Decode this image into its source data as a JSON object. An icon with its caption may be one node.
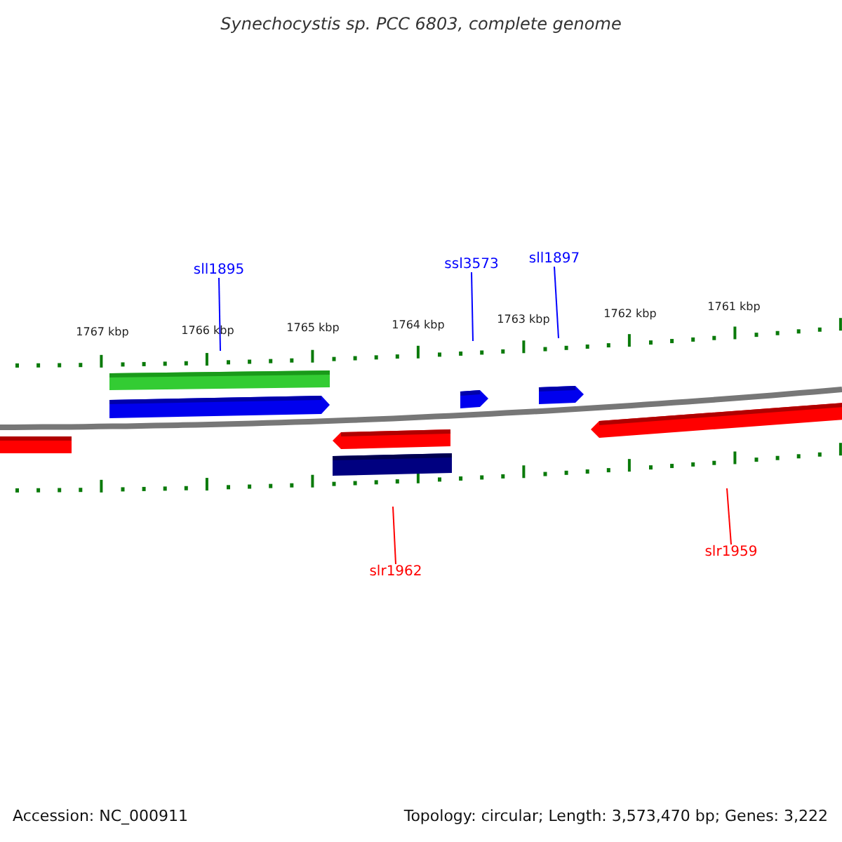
{
  "diagram": {
    "title": "Synechocystis sp. PCC 6803, complete genome",
    "nodes": [
      {
        "text": [
          "sll1895"
        ]
      },
      {
        "text": [
          "ssl3573"
        ]
      },
      {
        "text": [
          "sll1897"
        ]
      },
      {
        "text": [
          "slr1962"
        ]
      },
      {
        "text": [
          "slr1959"
        ]
      }
    ],
    "edges": [
      {
        "from": 0,
        "to": null,
        "arrow": "none"
      },
      {
        "from": 1,
        "to": null,
        "arrow": "none"
      },
      {
        "from": 2,
        "to": null,
        "arrow": "none"
      },
      {
        "from": 3,
        "to": null,
        "arrow": "none",
        "color": "#ff0000"
      },
      {
        "from": 4,
        "to": null,
        "arrow": "none",
        "color": "#ff0000"
      }
    ],
    "labels": [
      "1767 kbp",
      "1766 kbp",
      "1765 kbp",
      "1764 kbp",
      "1763 kbp",
      "1762 kbp",
      "1761 kbp",
      "Accession: NC_000911",
      "Topology: circular; Length: 3,573,470 bp; Genes: 3,222"
    ]
  }
}
